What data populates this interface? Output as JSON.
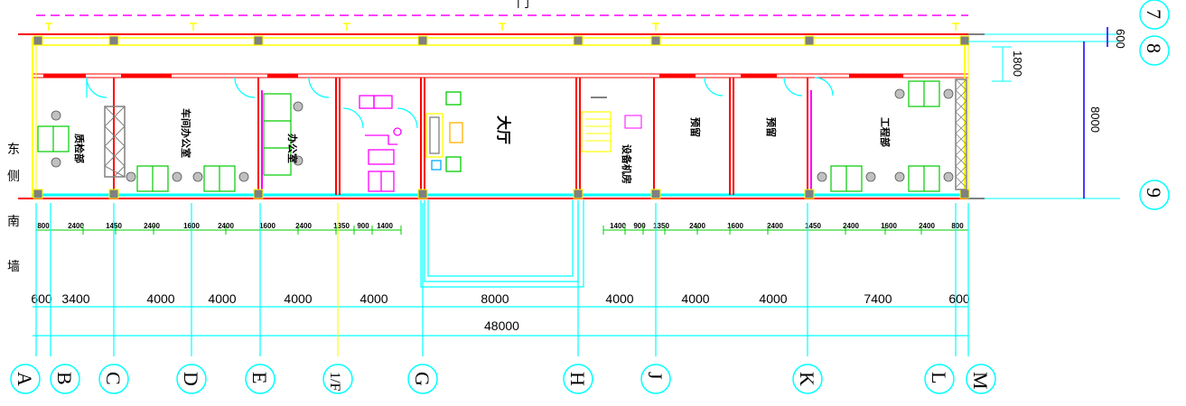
{
  "drawing": {
    "top_fragment": "门",
    "left_fragment": "东\n侧\n南\n墙",
    "rooms": {
      "quality": "质检部",
      "workshop_office": "车间办公室",
      "office3": "办公室",
      "hall": "大厅",
      "equipment": "设备机房",
      "reserve1": "预留",
      "reserve2": "预留",
      "engineering": "工程部"
    },
    "axes_bottom": [
      "A",
      "B",
      "C",
      "D",
      "E",
      "1/F",
      "G",
      "H",
      "J",
      "K",
      "L",
      "M"
    ],
    "axes_right": [
      "7",
      "8",
      "9"
    ],
    "small_dims_left": [
      "800",
      "2400",
      "1450",
      "2400",
      "1600",
      "2400",
      "1600",
      "2400",
      "1350",
      "900",
      "1400"
    ],
    "small_dims_right": [
      "1400",
      "900",
      "1350",
      "2400",
      "1600",
      "2400",
      "1450",
      "2400",
      "1600",
      "2400",
      "800"
    ],
    "spacing_dims": [
      "600",
      "3400",
      "4000",
      "4000",
      "4000",
      "4000",
      "8000",
      "4000",
      "4000",
      "4000",
      "7400",
      "600"
    ],
    "total_dim": "48000",
    "right_dims": {
      "d600": "600",
      "d1800": "1800",
      "d8000": "8000"
    }
  },
  "colors": {
    "wall_red": "#ff0000",
    "column_gray": "#808080",
    "cyan": "#00ffff",
    "yellow": "#ffff00",
    "magenta": "#ff00ff",
    "green": "#00cc00"
  }
}
